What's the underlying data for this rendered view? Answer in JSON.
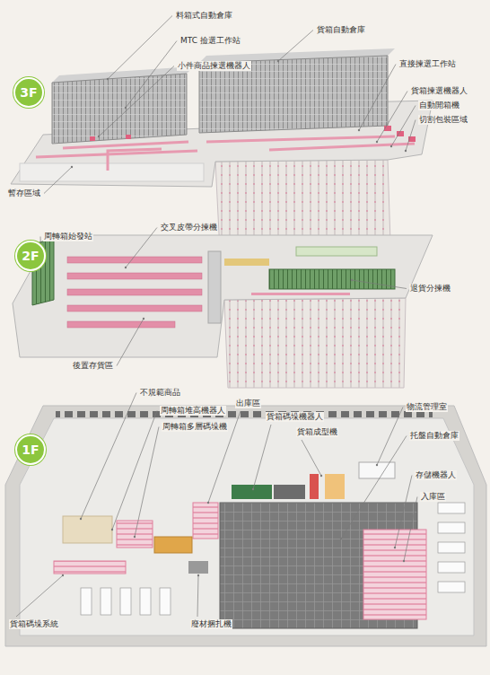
{
  "diagram": {
    "nodes": [
      {
        "text": [
          "3F"
        ]
      },
      {
        "text": [
          "2F"
        ]
      },
      {
        "text": [
          "1F"
        ]
      }
    ],
    "labels": [
      "料箱式自動倉庫",
      "MTC 撿選工作站",
      "小件商品揀選機器人",
      "貨箱自動倉庫",
      "直接揀選工作站",
      "貨箱揀選機器人",
      "自動開箱機",
      "切割包裝區域",
      "暫存區域",
      "周轉箱始發站",
      "交叉皮帶分揀機",
      "退貨分揀機",
      "後置存貨區",
      "不規範商品",
      "周轉箱堆高機器人",
      "周轉箱多層碼垛機",
      "出庫區",
      "貨箱碼垛機器人",
      "貨箱成型機",
      "物流管理室",
      "托盤自動倉庫",
      "存儲機器人",
      "入庫區",
      "廢材捆扎機",
      "貨箱碼垛系統"
    ]
  }
}
